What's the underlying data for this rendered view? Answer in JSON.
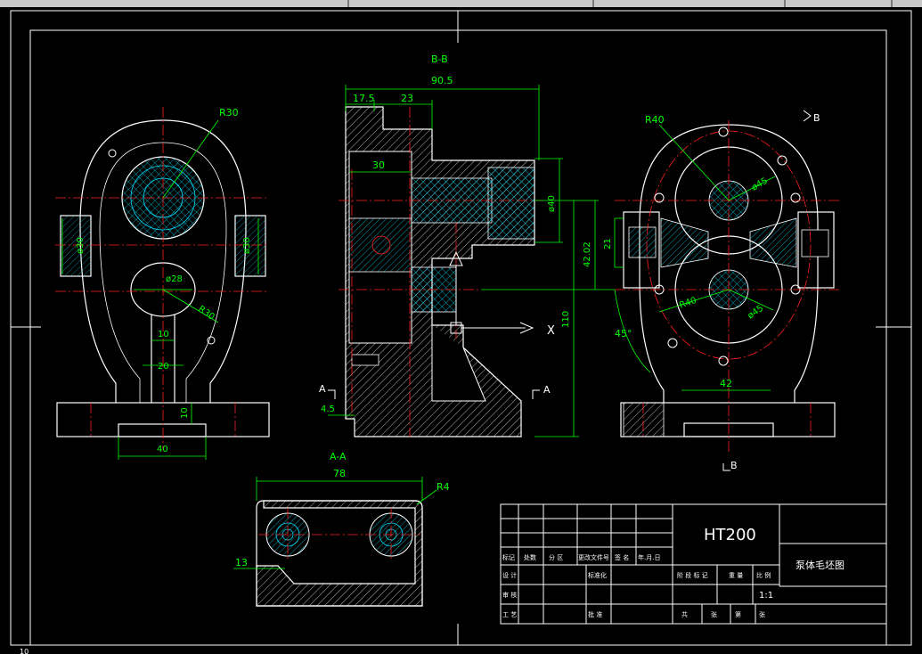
{
  "colors": {
    "bg": "#000000",
    "white": "#ffffff",
    "green": "#00ff00",
    "red": "#ff2020",
    "cyan": "#00e0ff",
    "dim": "#00ff00"
  },
  "views": {
    "section_bb": "B-B",
    "section_aa": "A-A",
    "mark_a": "A",
    "mark_b": "B",
    "mark_x": "X"
  },
  "dims": {
    "front_r30_top": "R30",
    "front_phi30_left": "ø30",
    "front_phi30_right": "ø30",
    "front_phi28": "ø28",
    "front_r30_low": "R30",
    "front_10_a": "10",
    "front_20": "20",
    "front_10_b": "10",
    "front_40": "40",
    "bb_90_5": "90.5",
    "bb_17_5": "17.5",
    "bb_23": "23",
    "bb_30": "30",
    "bb_phi40": "ø40",
    "bb_4_5": "4.5",
    "bb_42_02": "42.02",
    "bb_110": "110",
    "side_r40_top": "R40",
    "side_phi45_top": "ø45",
    "side_21": "21",
    "side_r40_low": "R40",
    "side_phi45_low": "ø45",
    "side_45deg": "45°",
    "side_42": "42",
    "aa_78": "78",
    "aa_r4": "R4",
    "aa_13": "13"
  },
  "title_block": {
    "material": "HT200",
    "drawing_name": "泵体毛坯图",
    "scale": "1:1",
    "row1": [
      "标记",
      "处数",
      "分 区",
      "更改文件号",
      "签 名",
      "年.月.日"
    ],
    "row2": [
      "设 计",
      "标准化"
    ],
    "row2b": [
      "阶 段 标 记",
      "重 量",
      "比 例"
    ],
    "row3": [
      "审 核"
    ],
    "row4": [
      "工 艺",
      "批 准"
    ],
    "row4b": [
      "共",
      "张",
      "第",
      "张"
    ]
  },
  "bottom_left_text": "10"
}
